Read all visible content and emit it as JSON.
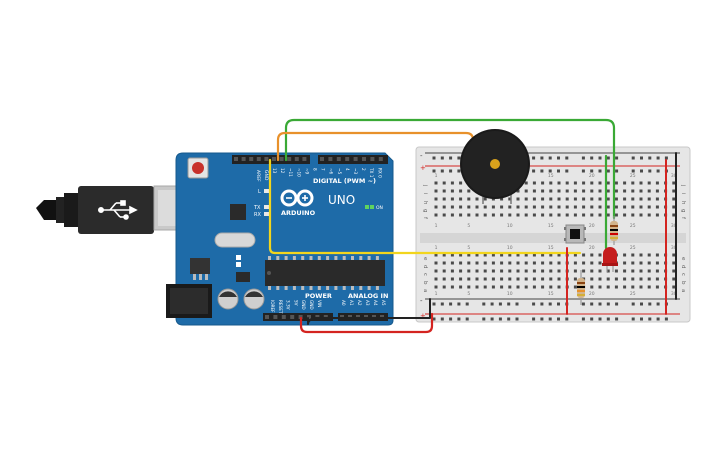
{
  "board": {
    "brand": "ARDUINO",
    "model": "UNO",
    "digital_label": "DIGITAL (PWM ~)",
    "power_label": "POWER",
    "analog_label": "ANALOG IN",
    "on_label": "ON",
    "l_label": "L",
    "tx_label": "TX",
    "rx_label": "RX",
    "aref_label": "AREF",
    "gnd_label": "GND",
    "digital_pins": [
      "13",
      "12",
      "~11",
      "~10",
      "~9",
      "8",
      "7",
      "~6",
      "~5",
      "4",
      "~3",
      "2",
      "TX 1",
      "RX 0"
    ],
    "power_pins": [
      "IOREF",
      "RESET",
      "3.3V",
      "5V",
      "GND",
      "GND",
      "VIN"
    ],
    "analog_pins": [
      "A0",
      "A1",
      "A2",
      "A3",
      "A4",
      "A5"
    ]
  },
  "breadboard": {
    "row_letters_top": [
      "j",
      "i",
      "h",
      "g",
      "f"
    ],
    "row_letters_bottom": [
      "e",
      "d",
      "c",
      "b",
      "a"
    ],
    "column_numbers": [
      "1",
      "",
      "",
      "",
      "5",
      "",
      "",
      "",
      "",
      "10",
      "",
      "",
      "",
      "",
      "15",
      "",
      "",
      "",
      "",
      "20",
      "",
      "",
      "",
      "",
      "25",
      "",
      "",
      "",
      "",
      "30"
    ],
    "rail_plus": "+",
    "rail_minus": "-"
  },
  "colors": {
    "board": "#1e6ba8",
    "breadboard": "#e6e6e6",
    "wire_green": "#3aa935",
    "wire_orange": "#e8912b",
    "wire_yellow": "#f2d51d",
    "wire_red": "#d42420",
    "wire_black": "#222222"
  },
  "icons": [
    "usb-cable-icon",
    "usb-symbol-icon",
    "infinity-logo-icon",
    "buzzer-icon",
    "pushbutton-icon",
    "led-icon",
    "resistor-icon"
  ]
}
